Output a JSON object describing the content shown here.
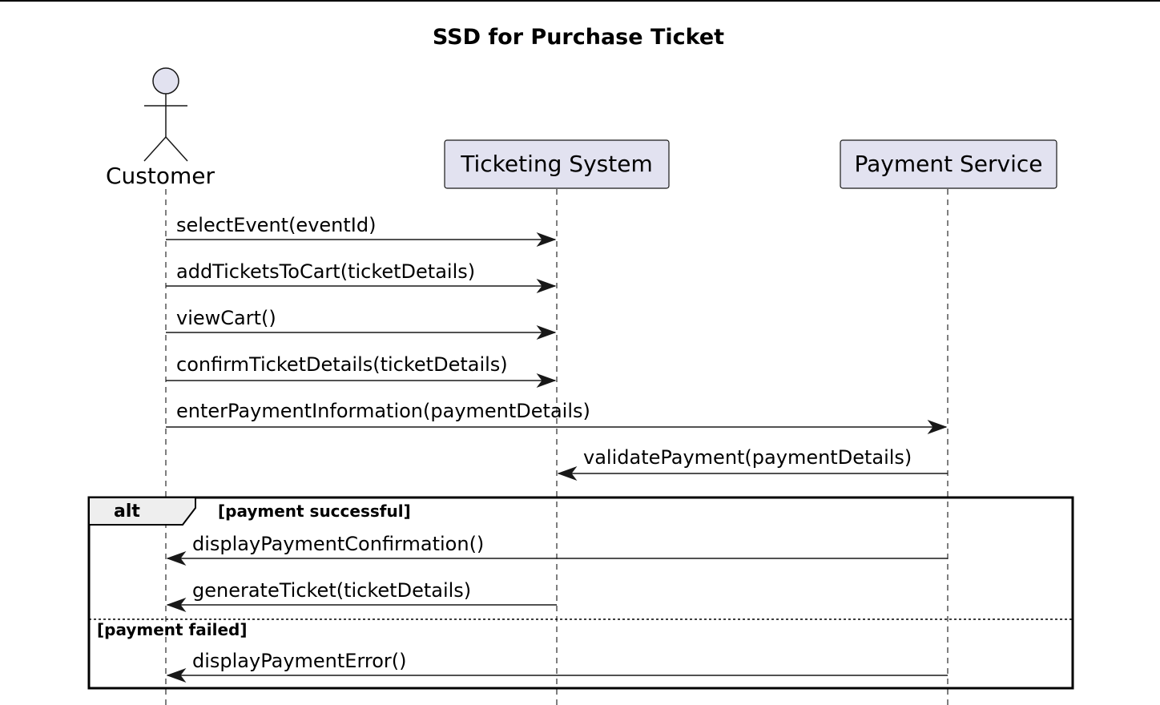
{
  "title": "SSD for Purchase Ticket",
  "participants": [
    {
      "id": "customer",
      "label": "Customer",
      "kind": "actor"
    },
    {
      "id": "ticketing",
      "label": "Ticketing System",
      "kind": "participant"
    },
    {
      "id": "payment",
      "label": "Payment Service",
      "kind": "participant"
    }
  ],
  "messages": [
    {
      "from": "customer",
      "to": "ticketing",
      "label": "selectEvent(eventId)"
    },
    {
      "from": "customer",
      "to": "ticketing",
      "label": "addTicketsToCart(ticketDetails)"
    },
    {
      "from": "customer",
      "to": "ticketing",
      "label": "viewCart()"
    },
    {
      "from": "customer",
      "to": "ticketing",
      "label": "confirmTicketDetails(ticketDetails)"
    },
    {
      "from": "customer",
      "to": "payment",
      "label": "enterPaymentInformation(paymentDetails)"
    },
    {
      "from": "payment",
      "to": "ticketing",
      "label": "validatePayment(paymentDetails)"
    }
  ],
  "alt": {
    "label": "alt",
    "branches": [
      {
        "guard": "[payment successful]",
        "messages": [
          {
            "from": "payment",
            "to": "customer",
            "label": "displayPaymentConfirmation()"
          },
          {
            "from": "ticketing",
            "to": "customer",
            "label": "generateTicket(ticketDetails)"
          }
        ]
      },
      {
        "guard": "[payment failed]",
        "messages": [
          {
            "from": "payment",
            "to": "customer",
            "label": "displayPaymentError()"
          }
        ]
      }
    ]
  }
}
